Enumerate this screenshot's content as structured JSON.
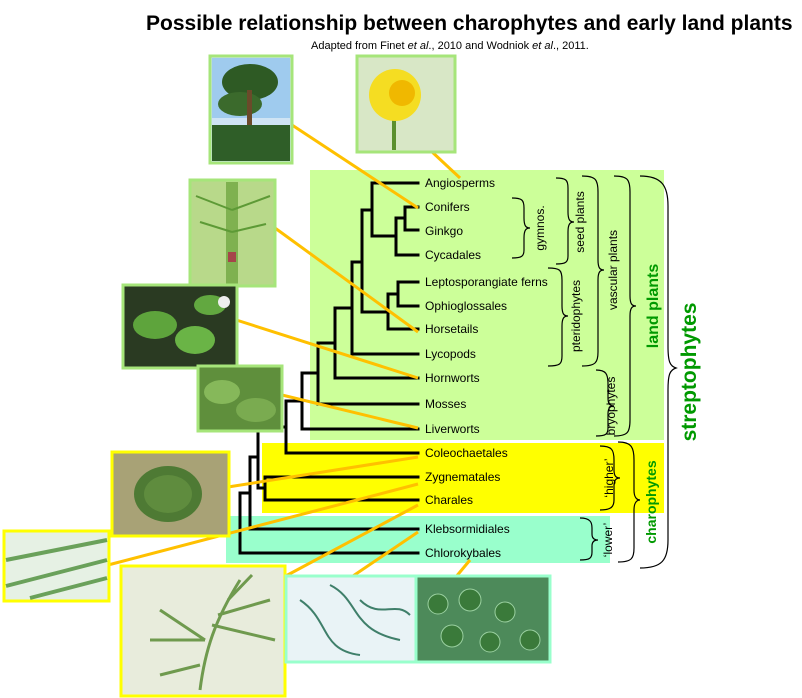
{
  "title": "Possible relationship between charophytes and early land plants",
  "subtitle": {
    "prefix": "Adapted from Finet ",
    "etal1": "et al",
    "mid": "., 2010 and Wodniok ",
    "etal2": "et al",
    "suffix": "., 2011."
  },
  "taxa": [
    "Angiosperms",
    "Conifers",
    "Ginkgo",
    "Cycadales",
    "Leptosporangiate ferns",
    "Ophioglossales",
    "Horsetails",
    "Lycopods",
    "Hornworts",
    "Mosses",
    "Liverworts",
    "Coleochaetales",
    "Zygnematales",
    "Charales",
    "Klebsormidiales",
    "Chlorokybales"
  ],
  "groups": {
    "gymnos": "gymnos.",
    "seed_plants": "seed plants",
    "pteridophytes": "pteridophytes",
    "vascular_plants": "vascular plants",
    "bryophytes": "bryophytes",
    "land_plants": "land plants",
    "higher": "‘higher’",
    "lower": "‘lower’",
    "charophytes": "charophytes",
    "streptophytes": "streptophytes"
  },
  "images": [
    "pine-tree-photo",
    "daffodil-photo",
    "horsetail-photo",
    "hornwort-photo",
    "liverwort-photo",
    "coleochaete-photo",
    "zygnema-photo",
    "chara-photo",
    "klebsormidium-photo",
    "chlorokybus-photo"
  ],
  "colors": {
    "land_plants_bg": "#ccff99",
    "higher_charophytes_bg": "#ffff00",
    "lower_charophytes_bg": "#99ffcc",
    "connector": "#ffc000",
    "label_green": "#009900"
  }
}
